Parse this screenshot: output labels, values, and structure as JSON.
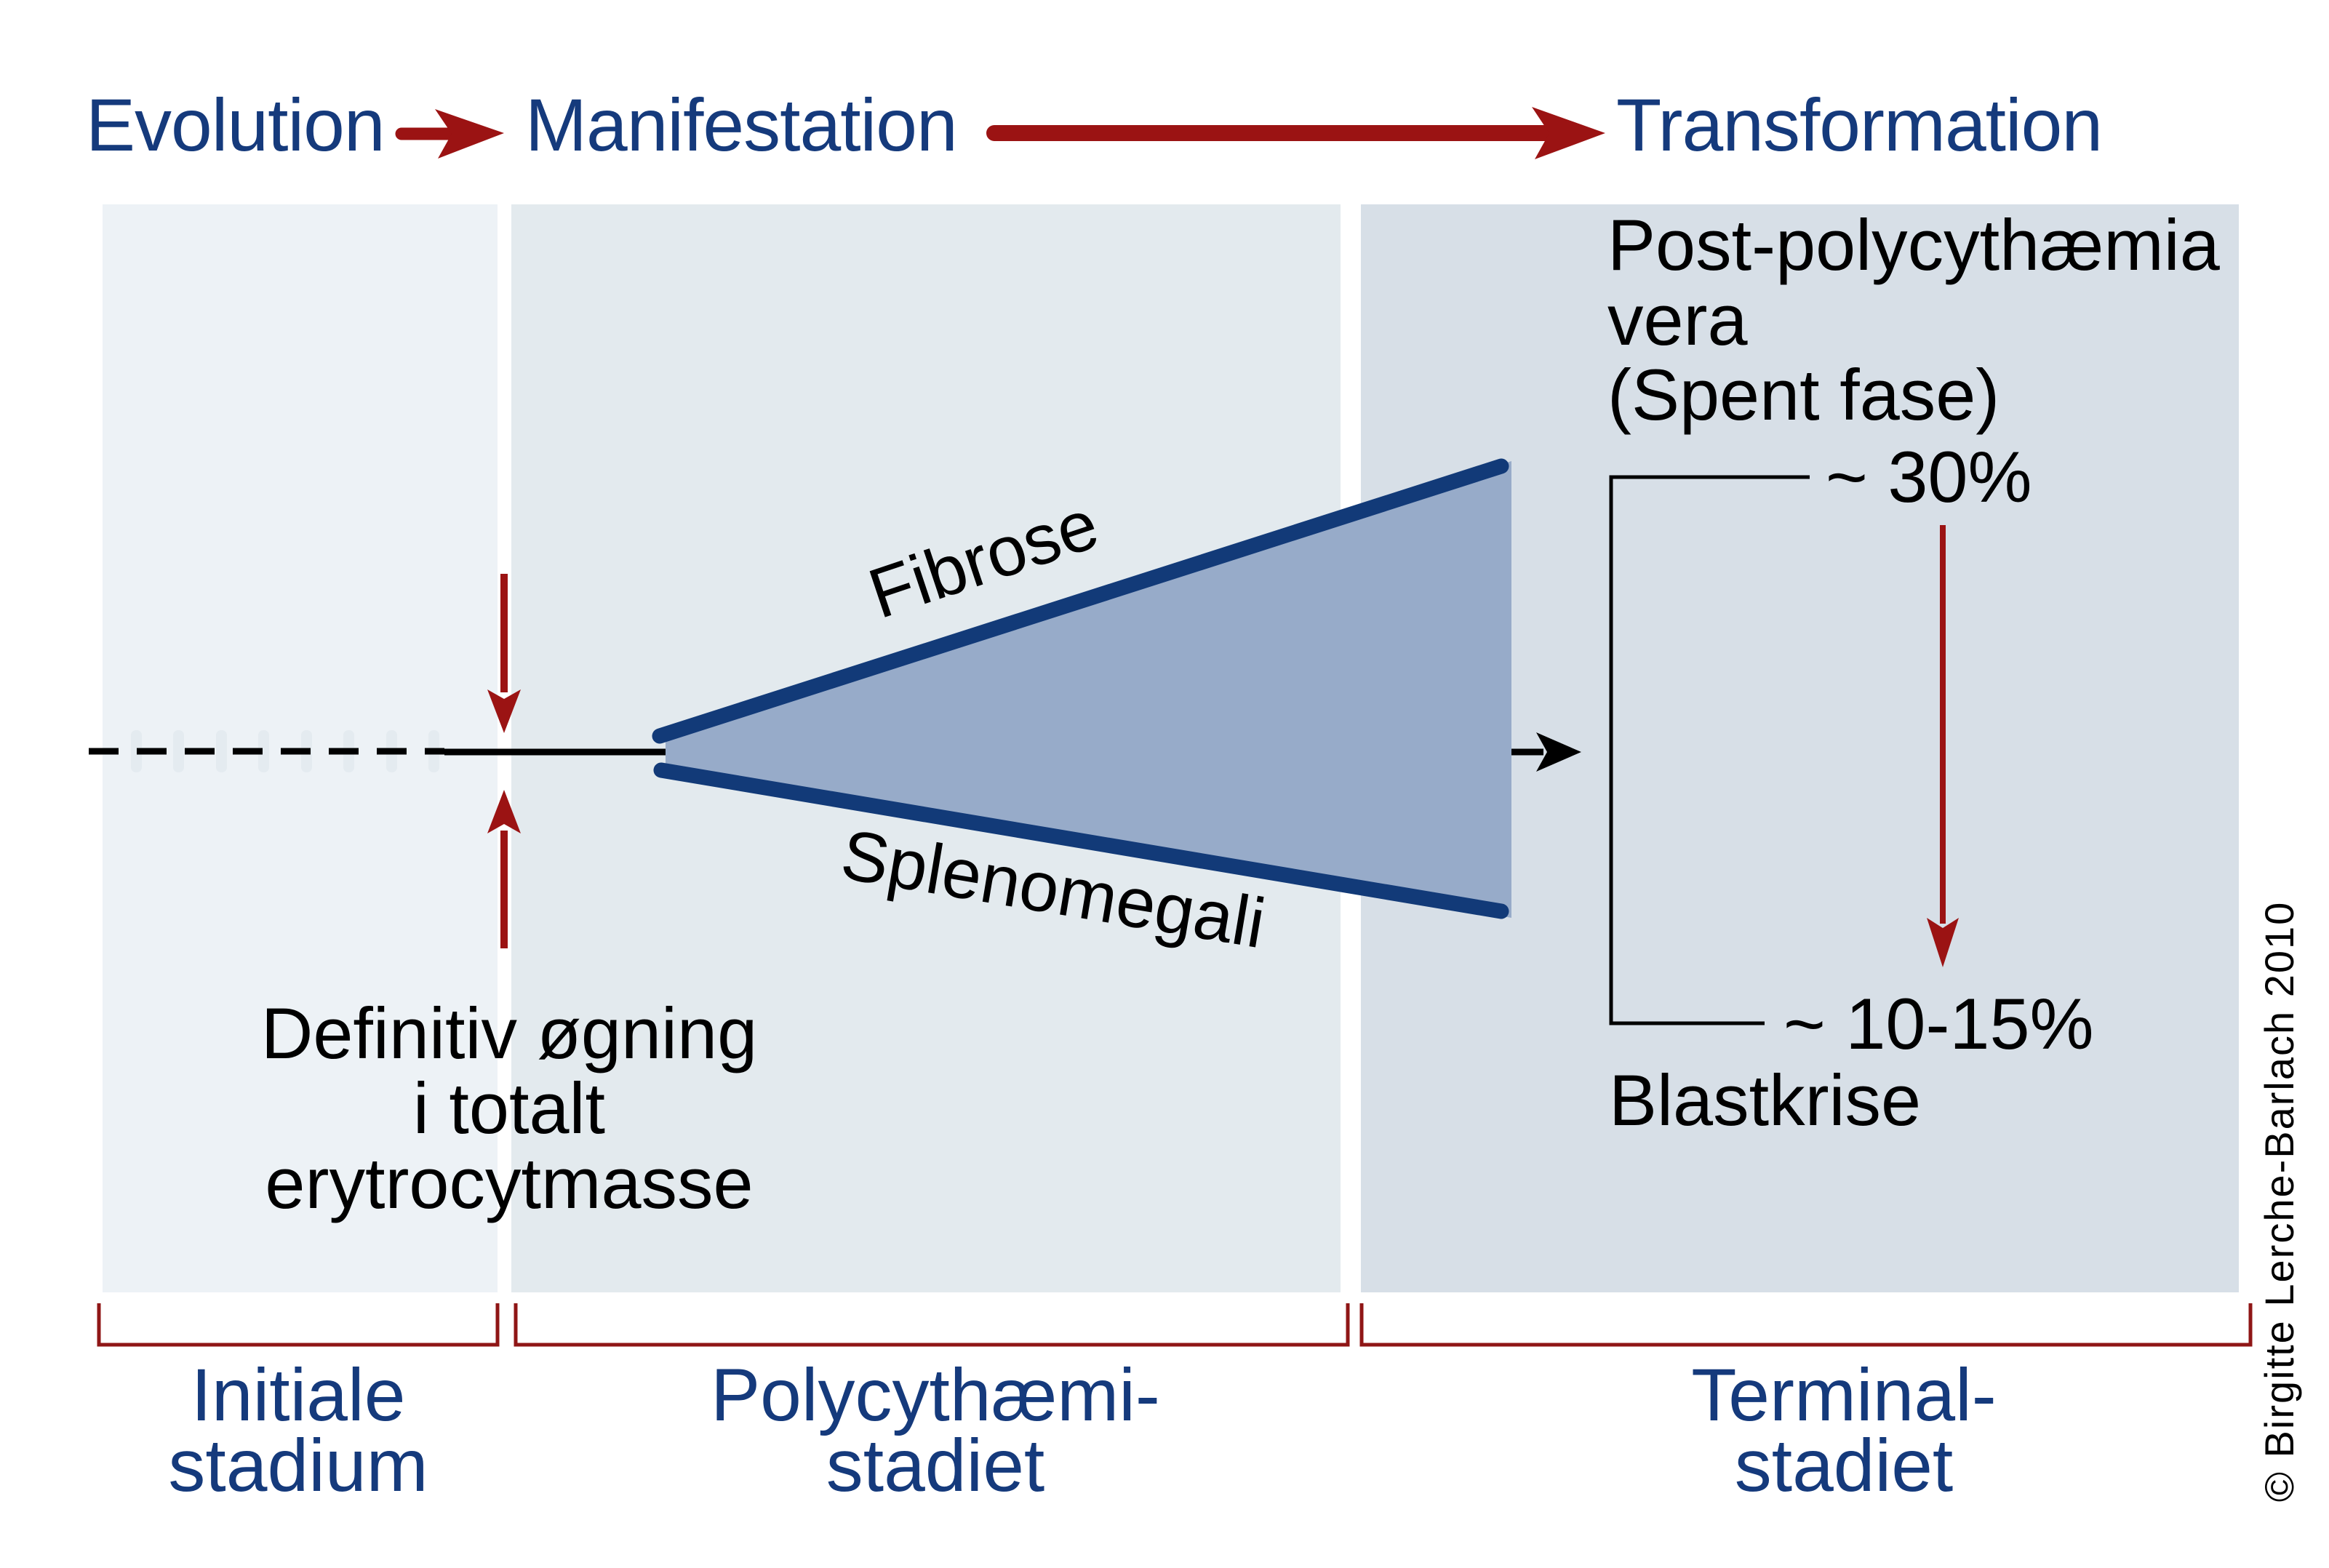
{
  "colors": {
    "navy": "#153a7c",
    "red": "#9b1313",
    "bracket-red": "#8f1616",
    "ink": "#000000",
    "wedge-fill": "#97abc9",
    "wedge-edge": "#123a78",
    "panel-1": "#edf2f6",
    "panel-2": "#e3eaee",
    "panel-3": "#d7dfe7",
    "tick": "#e4ebf0"
  },
  "header": {
    "evolution": "Evolution",
    "manifestation": "Manifestation",
    "transformation": "Transformation"
  },
  "wedge": {
    "top_label": "Fibrose",
    "bottom_label": "Splenomegali"
  },
  "annotations": {
    "increase_note": {
      "line1": "Definitiv øgning",
      "line2": "i totalt",
      "line3": "erytrocytmasse"
    },
    "spent_phase": {
      "line1": "Post-polycythæmia",
      "line2": "vera",
      "line3": "(Spent fase)"
    },
    "spent_phase_pct": "~ 30%",
    "blast_pct": "~ 10-15%",
    "blast_label": "Blastkrise"
  },
  "stages": {
    "initial": {
      "line1": "Initiale",
      "line2": "stadium"
    },
    "polycythaemic": {
      "line1": "Polycythæmi-",
      "line2": "stadiet"
    },
    "terminal": {
      "line1": "Terminal-",
      "line2": "stadiet"
    }
  },
  "credit": "© Birgitte Lerche-Barlach 2010"
}
